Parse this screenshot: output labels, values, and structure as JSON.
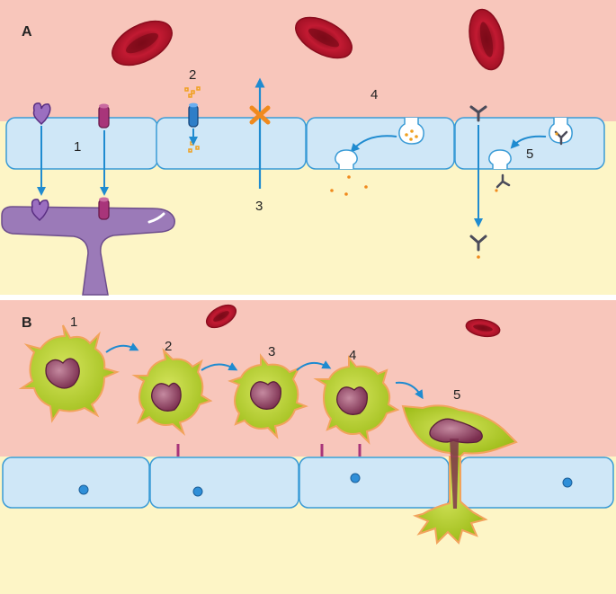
{
  "panels": [
    {
      "id": "A",
      "label": "A",
      "steps": [
        "1",
        "2",
        "3",
        "4",
        "5"
      ]
    },
    {
      "id": "B",
      "label": "B",
      "steps": [
        "1",
        "2",
        "3",
        "4",
        "5"
      ]
    }
  ],
  "colors": {
    "blood_background": "#f8c6bb",
    "tissue_background": "#fdf5c6",
    "endothelial_cell_fill": "#cfe7f7",
    "endothelial_cell_stroke": "#3a9bd6",
    "arrow": "#1f8bd0",
    "red_blood_cell": "#b3132a",
    "pericyte_purple": "#9b7ab8",
    "transporter_magenta": "#a8357a",
    "tight_junction_orange": "#f08a1e",
    "antibody_grey": "#4b4b5a",
    "leukocyte_green": "#b6cf2a",
    "leukocyte_edge_orange": "#f2a35c"
  },
  "icons": [
    "red-blood-cell-icon",
    "receptor-icon",
    "transporter-icon",
    "tight-junction-icon",
    "antibody-icon",
    "vesicle-icon",
    "leukocyte-icon",
    "nucleus-icon"
  ]
}
